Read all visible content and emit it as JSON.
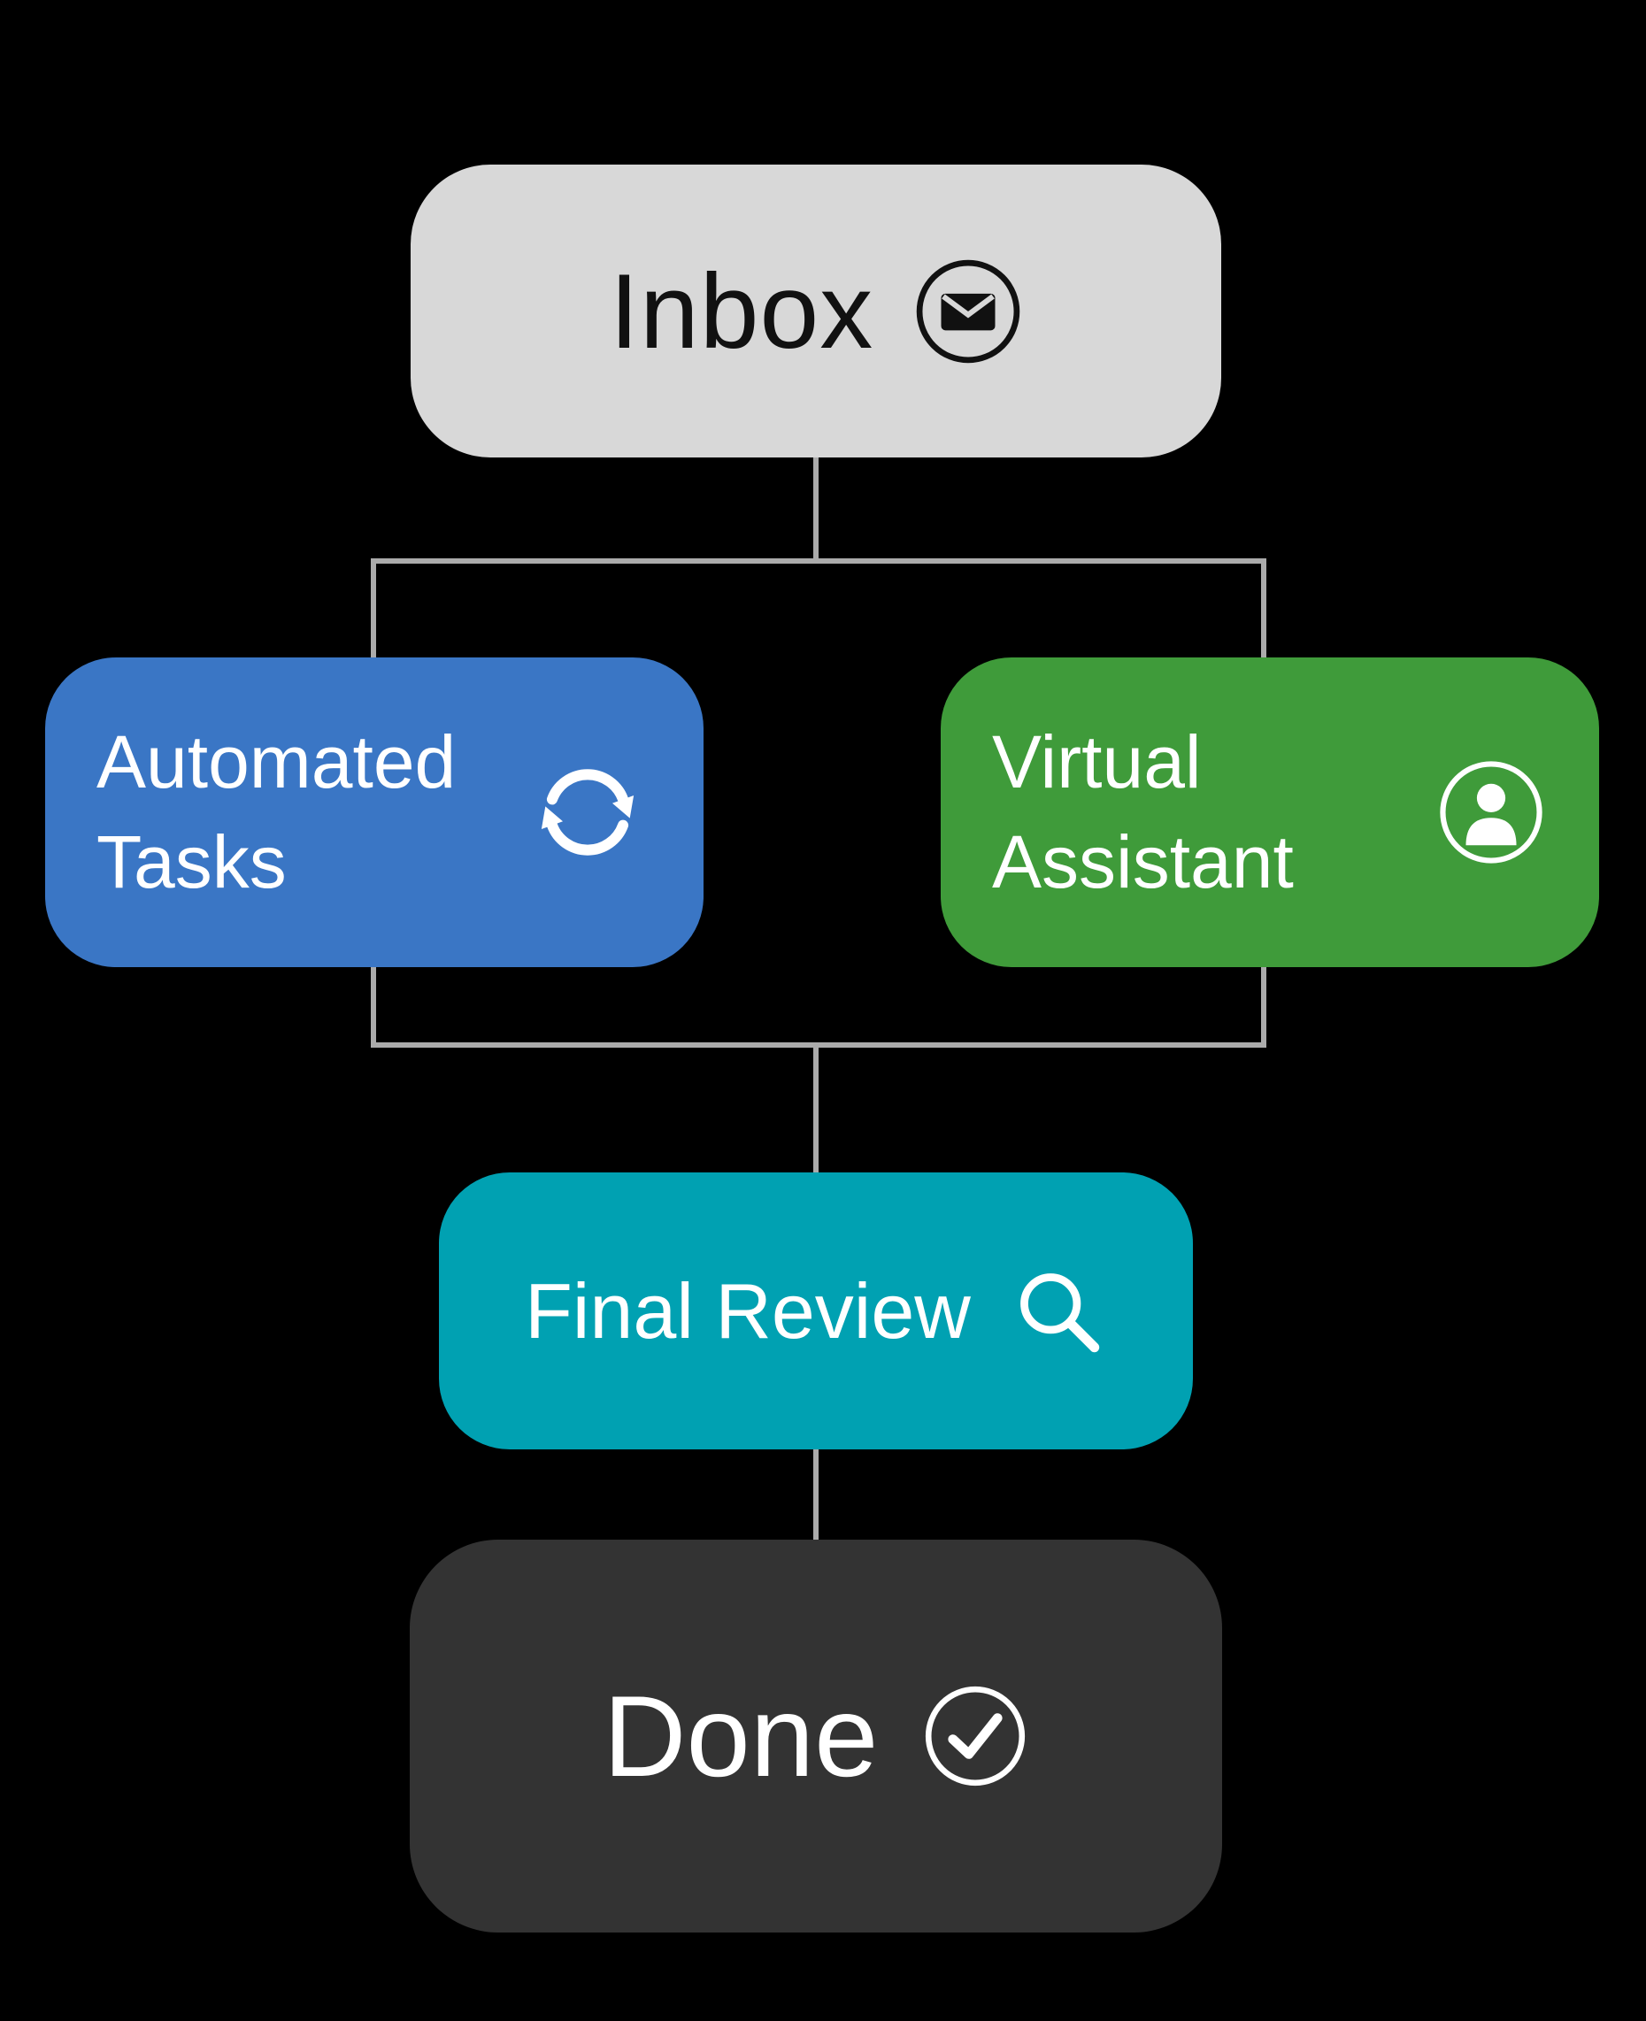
{
  "diagram": {
    "background_color": "#000000",
    "connector_color": "#ababab",
    "nodes": [
      {
        "id": "inbox",
        "label": "Inbox",
        "icon": "envelope-icon",
        "fill": "#d8d8d8",
        "text_color": "#111111"
      },
      {
        "id": "automated-tasks",
        "label": "Automated Tasks",
        "icon": "sync-arrows-icon",
        "fill": "#3a76c5",
        "text_color": "#ffffff"
      },
      {
        "id": "virtual-assistant",
        "label": "Virtual Assistant",
        "icon": "person-icon",
        "fill": "#3f9b3a",
        "text_color": "#ffffff"
      },
      {
        "id": "final-review",
        "label": "Final Review",
        "icon": "magnifier-icon",
        "fill": "#00a1b2",
        "text_color": "#ffffff"
      },
      {
        "id": "done",
        "label": "Done",
        "icon": "check-circle-icon",
        "fill": "#333333",
        "text_color": "#ffffff"
      }
    ],
    "edges": [
      {
        "from": "Inbox",
        "to": "Automated Tasks"
      },
      {
        "from": "Inbox",
        "to": "Virtual Assistant"
      },
      {
        "from": "Automated Tasks",
        "to": "Final Review"
      },
      {
        "from": "Virtual Assistant",
        "to": "Final Review"
      },
      {
        "from": "Final Review",
        "to": "Done"
      }
    ]
  }
}
